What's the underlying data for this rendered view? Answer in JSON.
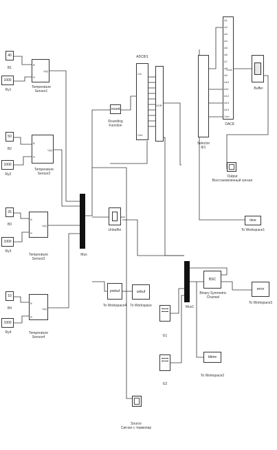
{
  "constants": {
    "b1": "40",
    "r1": "1000",
    "b2": "50",
    "r2": "1000",
    "b3": "25",
    "r3": "1000",
    "b4": "10",
    "r4": "1000"
  },
  "signals": {
    "b1": "B1",
    "ry1": "Ry1",
    "b2": "B2",
    "ry2": "Ry2",
    "b3": "B3",
    "ry3": "Ry3",
    "b4": "B4",
    "ry4": "Ry4"
  },
  "sensors": [
    {
      "out": "U(t)",
      "in_b": "B",
      "in_r": "R",
      "caption1": "Temperature",
      "caption2": "Sensor1"
    },
    {
      "out": "U(t)",
      "in_b": "B",
      "in_r": "R",
      "caption1": "Temperature",
      "caption2": "Sensor2"
    },
    {
      "out": "U(t)",
      "in_b": "B",
      "in_r": "R",
      "caption1": "Temperature",
      "caption2": "Sensor3"
    },
    {
      "out": "U(t)",
      "in_b": "B",
      "in_r": "R",
      "caption1": "Temperature",
      "caption2": "Sensor4"
    }
  ],
  "mux1_label": "Mux",
  "mux2_label": "Mux1",
  "rounding": {
    "text": "round",
    "caption1": "Rounding",
    "caption2": "Function"
  },
  "adc": {
    "title": "ADC8/1",
    "in_top": "Cin",
    "in_bottom": "Cerr",
    "out": "XOR"
  },
  "unbuffer": {
    "caption": "Unbuffer"
  },
  "selector": {
    "caption1": "Selector",
    "caption2": "8/1"
  },
  "dac": {
    "title": "DAC8",
    "inputs": [
      "A1",
      "A2",
      "A3",
      "A4",
      "A5",
      "A6",
      "A7",
      "A8",
      "A9",
      "A10",
      "A11",
      "A12",
      "A13",
      "A14"
    ],
    "out": "Out1",
    "extra": "Cert"
  },
  "buffer": {
    "caption": "Buffer"
  },
  "output_scope": {
    "caption1": "Output",
    "caption2": "Восстановленный сигнал"
  },
  "to_ws1": {
    "var": "time",
    "caption": "To Workspace1"
  },
  "to_ws4": {
    "var": "prebuf",
    "caption": "To Workspace4"
  },
  "to_ws": {
    "var": "unbuf",
    "caption": "To Workspace"
  },
  "bsc": {
    "text": "BSC",
    "caption1": "Binary Symmetric",
    "caption2": "Channel"
  },
  "to_ws3": {
    "var": "error",
    "caption": "To Workspace3"
  },
  "to_ws2": {
    "var": "btime",
    "caption": "To Workspace2"
  },
  "g1": {
    "caption": "G1"
  },
  "g2": {
    "caption": "G2"
  },
  "source_scope": {
    "caption1": "Source",
    "caption2": "Сигнал с термопар"
  }
}
